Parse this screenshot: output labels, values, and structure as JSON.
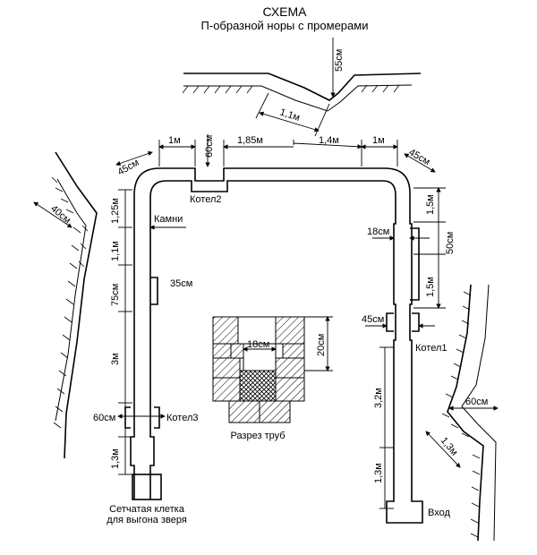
{
  "header": {
    "title": "СХЕМА",
    "subtitle": "П-образной норы с промерами"
  },
  "top_profile": {
    "depth_label": "55см",
    "slope_label": "1,1м"
  },
  "top_dims": {
    "d1": "1м",
    "d2": "60см",
    "d3": "1,85м",
    "d4": "1,4м",
    "d5": "1м",
    "d6": "45см",
    "d7": "45см"
  },
  "left_side": {
    "slope_label": "40см",
    "d_125": "1,25м",
    "kamni": "Камни",
    "d_11": "1,1м",
    "d_75": "75см",
    "d_35": "35см",
    "d_3": "3м",
    "d_60": "60см",
    "kotel3": "Котел3",
    "d_13": "1,3м",
    "cage_line1": "Сетчатая клетка",
    "cage_line2": "для выгона зверя"
  },
  "center": {
    "kotel2": "Котел2",
    "pipe_width": "18см",
    "pipe_height": "20см",
    "pipe_caption": "Разрез труб"
  },
  "right_side": {
    "d_15a": "1,5м",
    "d_18": "18см",
    "d_50": "50см",
    "d_15b": "1,5м",
    "d_45": "45см",
    "kotel1": "Котел1",
    "d_32": "3,2м",
    "d_60": "60см",
    "d_13b": "1,3м",
    "d_13c": "1,3м",
    "entrance": "Вход"
  }
}
